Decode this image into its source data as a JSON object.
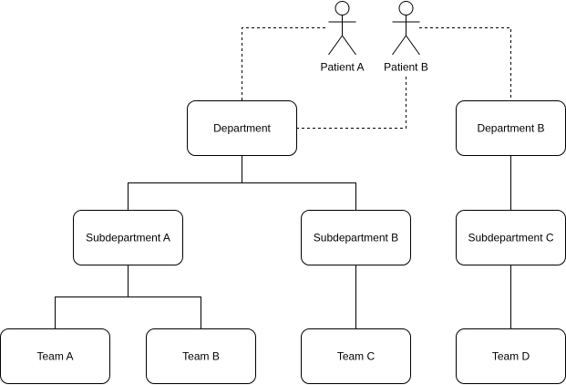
{
  "nodes": {
    "department": {
      "label": "Department"
    },
    "department_b": {
      "label": "Department B"
    },
    "subdepartment_a": {
      "label": "Subdepartment A"
    },
    "subdepartment_b": {
      "label": "Subdepartment B"
    },
    "subdepartment_c": {
      "label": "Subdepartment C"
    },
    "team_a": {
      "label": "Team A"
    },
    "team_b": {
      "label": "Team B"
    },
    "team_c": {
      "label": "Team C"
    },
    "team_d": {
      "label": "Team D"
    }
  },
  "actors": {
    "patient_a": {
      "label": "Patient A"
    },
    "patient_b": {
      "label": "Patient B"
    }
  },
  "edges": [
    {
      "from": "department",
      "to": "subdepartment_a",
      "style": "solid"
    },
    {
      "from": "department",
      "to": "subdepartment_b",
      "style": "solid"
    },
    {
      "from": "subdepartment_a",
      "to": "team_a",
      "style": "solid"
    },
    {
      "from": "subdepartment_a",
      "to": "team_b",
      "style": "solid"
    },
    {
      "from": "subdepartment_b",
      "to": "team_c",
      "style": "solid"
    },
    {
      "from": "department_b",
      "to": "subdepartment_c",
      "style": "solid"
    },
    {
      "from": "subdepartment_c",
      "to": "team_d",
      "style": "solid"
    },
    {
      "from": "patient_a",
      "to": "department",
      "style": "dashed"
    },
    {
      "from": "patient_b",
      "to": "department",
      "style": "dashed"
    },
    {
      "from": "patient_b",
      "to": "department_b",
      "style": "dashed"
    }
  ]
}
